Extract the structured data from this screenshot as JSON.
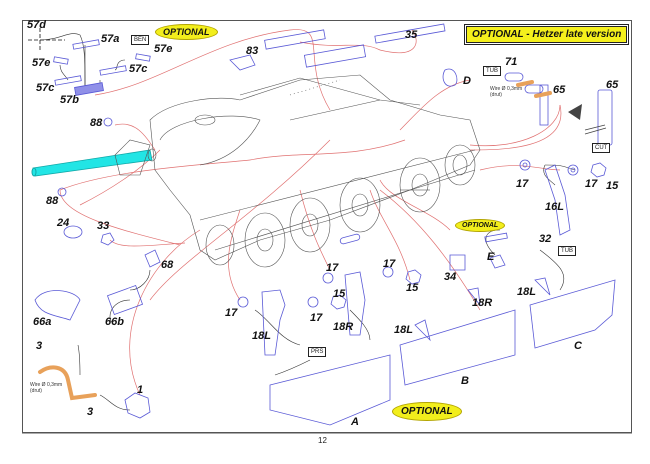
{
  "page": {
    "page_number": "12",
    "banner": "OPTIONAL - Hetzer late version"
  },
  "colors": {
    "part_line": "#5a5ad6",
    "hull_line": "#555555",
    "leader_red": "#e05a5a",
    "leader_black": "#222222",
    "barrel": "#22e5e5",
    "wire": "#e8a15a",
    "optional_fill": "#f2ee1c"
  },
  "optional_labels": [
    "OPTIONAL",
    "OPTIONAL",
    "OPTIONAL"
  ],
  "material_badges": {
    "ben": "BEN",
    "tub_top": "TUB",
    "tub_right": "TUB",
    "cut": "CUT",
    "prs": "PRS"
  },
  "wire_notes": {
    "top_right": [
      "Wire Ø 0,3mm",
      "(drut)"
    ],
    "bottom_left": [
      "Wire Ø 0,3mm",
      "(drut)"
    ]
  },
  "part_labels": {
    "p57d": "57d",
    "p57a": "57a",
    "p57e_a": "57e",
    "p57e_b": "57e",
    "p57c_a": "57c",
    "p57c_b": "57c",
    "p57b": "57b",
    "p83": "83",
    "p35": "35",
    "pD": "D",
    "p71": "71",
    "p65_a": "65",
    "p65_b": "65",
    "p88_a": "88",
    "p88_b": "88",
    "p24": "24",
    "p33": "33",
    "p68": "68",
    "p66a": "66a",
    "p66b": "66b",
    "p3_a": "3",
    "p3_b": "3",
    "p1": "1",
    "p17_a": "17",
    "p17_b": "17",
    "p17_c": "17",
    "p17_d": "17",
    "p17_e": "17",
    "p17_f": "17",
    "p15_a": "15",
    "p15_b": "15",
    "p15_c": "15",
    "p16L": "16L",
    "p32": "32",
    "pE": "E",
    "p34": "34",
    "p18L_a": "18L",
    "p18R_a": "18R",
    "p18L_b": "18L",
    "p18R_b": "18R",
    "p18L_c": "18L",
    "pA": "A",
    "pB": "B",
    "pC": "C"
  }
}
